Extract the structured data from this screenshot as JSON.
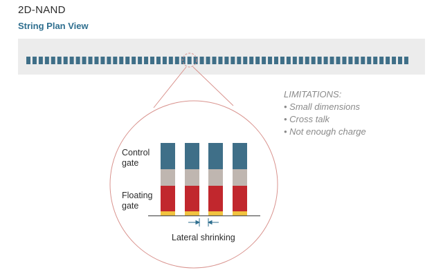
{
  "header": {
    "title": "2D-NAND",
    "subtitle": "String Plan View"
  },
  "limitations": {
    "heading": "LIMITATIONS:",
    "items": [
      "Small dimensions",
      "Cross talk",
      "Not enough charge"
    ]
  },
  "detail": {
    "control_gate_label": [
      "Control",
      "gate"
    ],
    "floating_gate_label": [
      "Floating",
      "gate"
    ],
    "lateral_label": "Lateral shrinking"
  },
  "colors": {
    "strip_bg": "#ececec",
    "cell": "#3f6f88",
    "control_gate": "#3f6f88",
    "interpoly": "#bfb6b0",
    "floating_gate": "#c1272d",
    "tunnel_oxide": "#f1c33f",
    "circle": "#d9938e",
    "heading_accent": "#2f6f8f"
  }
}
